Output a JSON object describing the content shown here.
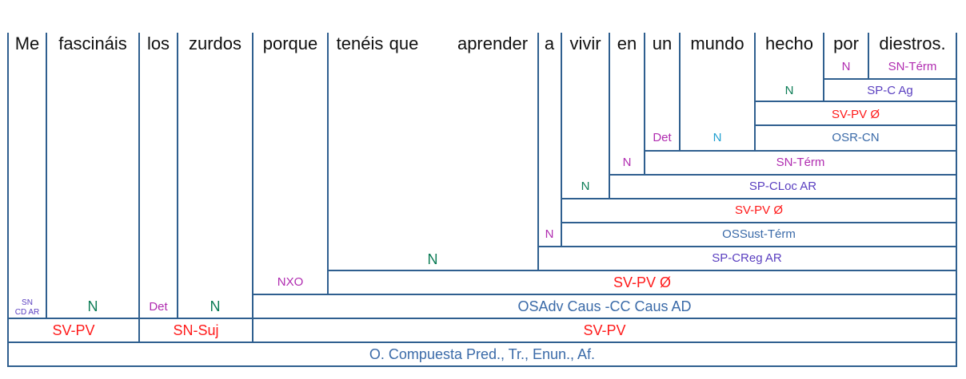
{
  "colors": {
    "line": "#2f5f8f",
    "word": "#111111",
    "red": "#ff1a1a",
    "magenta": "#b02cb0",
    "green": "#0b7c55",
    "cyan": "#1f9fd0",
    "violet": "#5a3fc0",
    "blue": "#3a6aa8"
  },
  "sentence": {
    "words": [
      "Me",
      "fascináis",
      "los",
      "zurdos",
      "porque",
      "tenéis",
      "que",
      "aprender",
      "a",
      "vivir",
      "en",
      "un",
      "mundo",
      "hecho",
      "por",
      "diestros."
    ]
  },
  "labels": {
    "por_n": "N",
    "diestros_sn_term": "SN-Térm",
    "hecho_n": "N",
    "sp_c_ag": "SP-C Ag",
    "sv_pv_hecho": "SV-PV Ø",
    "un_det": "Det",
    "mundo_n": "N",
    "osr_cn": "OSR-CN",
    "en_n": "N",
    "sn_term": "SN-Térm",
    "vivir_n": "N",
    "sp_cloc_ar": "SP-CLoc AR",
    "sv_pv_vivir": "SV-PV Ø",
    "a_n": "N",
    "ossust_term": "OSSust-Térm",
    "tenéis_n": "N",
    "sp_creg_ar": "SP-CReg AR",
    "porque_nxo": "NXO",
    "sv_pv_tenéis": "SV-PV Ø",
    "me_sn": "SN",
    "me_cd_ar": "CD AR",
    "fascináis_n": "N",
    "los_det": "Det",
    "zurdos_n": "N",
    "osadv_caus": "OSAdv Caus -CC Caus AD",
    "sv_pv_main": "SV-PV",
    "sn_suj": "SN-Suj",
    "sv_pv_sub": "SV-PV",
    "o_compuesta": "O. Compuesta Pred., Tr., Enun., Af."
  }
}
